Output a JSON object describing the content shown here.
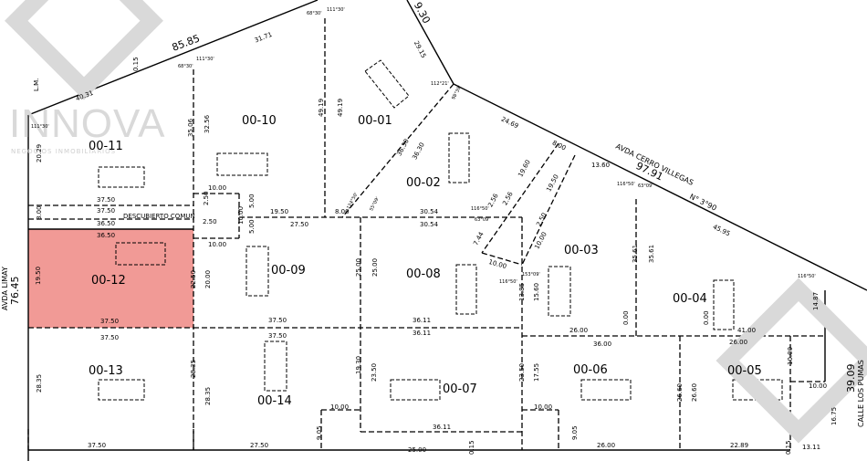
{
  "colors": {
    "highlight": "#f19a96",
    "line": "#000000",
    "watermark": "#d9d9d9"
  },
  "watermark": {
    "name": "INNOVA",
    "tagline": "NEGOCIOS INMOBILIARIOS",
    "logo_icon": "innova-logo-icon"
  },
  "streets": {
    "cerro_villegas": "AVDA CERRO VILLEGAS",
    "cerro_villegas_len": "97.91",
    "cerro_villegas_angle": "N° 3°90",
    "limay": "AVDA LIMAY",
    "limay_len": "76.45",
    "pumas": "CALLE LOS PUMAS",
    "pumas_len": "39.09",
    "top_len": "85.85",
    "top_right": "9.30",
    "lm": "L.M."
  },
  "common": "DESCUBIERTO COMUN",
  "lots": {
    "l01": "00-01",
    "l02": "00-02",
    "l03": "00-03",
    "l04": "00-04",
    "l05": "00-05",
    "l06": "00-06",
    "l07": "00-07",
    "l08": "00-08",
    "l09": "00-09",
    "l10": "00-10",
    "l11": "00-11",
    "l12": "00-12",
    "l13": "00-13",
    "l14": "00-14"
  },
  "dims": {
    "d4031": "40.31",
    "d3171": "31.71",
    "d015a": "0.15",
    "d2915": "29.15",
    "d3506": "35.06",
    "d3256": "32.56",
    "d4919a": "49.19",
    "d4919b": "49.19",
    "d2029": "20.29",
    "d3750a": "37.50",
    "d3750b": "37.50",
    "d3650": "36.50",
    "d800a": "8.00",
    "d250a": "2.50",
    "d250b": "2.50",
    "d1000a": "10.00",
    "d1000b": "10.00",
    "d1000c": "10.00",
    "d500a": "5.00",
    "d500b": "5.00",
    "d1950a": "19.50",
    "d2750a": "27.50",
    "d800b": "8.00",
    "d3054a": "30.54",
    "d3054b": "30.54",
    "d3630a": "36.30",
    "d3630b": "36.30",
    "d2469": "24.69",
    "d800c": "8.00",
    "d1360": "13.60",
    "d1950b": "19.60",
    "d1950c": "19.50",
    "d256a": "2.56",
    "d256b": "2.56",
    "d250c": "2.50",
    "d744": "7.44",
    "d1000d": "10.00",
    "d1000e": "10.00",
    "d3561a": "35.61",
    "d3561b": "35.61",
    "d4595": "45.95",
    "d3650b": "36.50",
    "d1950d": "19.50",
    "d3750c": "37.50",
    "d2250": "22.50",
    "d2000": "20.00",
    "d2500a": "25.00",
    "d2500b": "25.00",
    "d1385": "13.85",
    "d1560": "15.60",
    "d3750d": "37.50",
    "d3611a": "36.11",
    "d3611b": "36.11",
    "d2600a": "26.00",
    "d000a": "0.00",
    "d000b": "0.00",
    "d4100": "41.00",
    "d1487": "14.87",
    "d3750e": "37.50",
    "d3750f": "37.50",
    "d3600": "36.00",
    "d2600b": "26.00",
    "d1000f": "10.00",
    "d1000g": "10.00",
    "d2835a": "28.35",
    "d2835b": "28.35",
    "d2835c": "28.35",
    "d1930": "19.30",
    "d2350a": "23.50",
    "d2350b": "23.50",
    "d1755": "17.55",
    "d2660a": "26.60",
    "d2660b": "26.60",
    "d1000h": "10.00",
    "d1000i": "10.00",
    "d1000j": "10.00",
    "d905a": "9.05",
    "d905b": "9.05",
    "d3611c": "36.11",
    "d3750g": "37.50",
    "d2750b": "27.50",
    "d2500c": "25.00",
    "d015b": "0.15",
    "d2600c": "26.00",
    "d2289": "22.89",
    "d015c": "0.15",
    "d1311": "13.11",
    "d1675": "16.75",
    "d1000k": "10.00"
  },
  "angles": {
    "a1": "111°30'",
    "a2": "68°30'",
    "a3": "68°30'",
    "a4": "111°30'",
    "a5": "111°30'",
    "a6": "112°21'",
    "a7": "98°39'",
    "a8": "124°50'",
    "a9": "55°09'",
    "a10": "116°50'",
    "a11": "63°09'",
    "a12": "116°50'",
    "a13": "63°09'",
    "a14": "116°50'",
    "a15": "153°09'",
    "a16": "116°50'"
  }
}
